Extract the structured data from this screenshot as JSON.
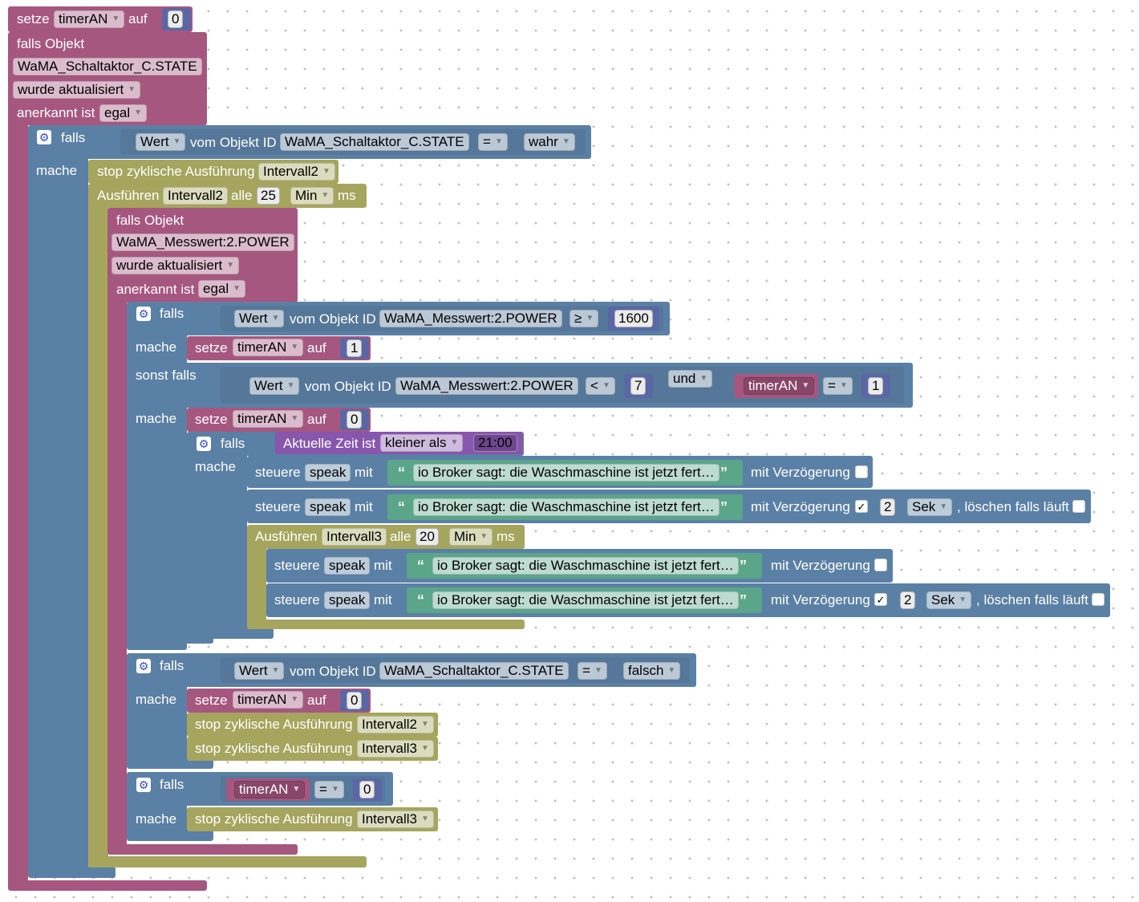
{
  "kw": {
    "setze": "setze",
    "auf": "auf",
    "falls_objekt": "falls Objekt",
    "wurde_aktualisiert": "wurde aktualisiert",
    "anerkannt_ist": "anerkannt ist",
    "egal": "egal",
    "falls": "falls",
    "mache": "mache",
    "sonst_falls": "sonst falls",
    "wert": "Wert",
    "vom_objekt_id": "vom Objekt ID",
    "stop_zyklisch": "stop zyklische Ausführung",
    "ausfuehren": "Ausführen",
    "alle": "alle",
    "min": "Min",
    "ms": "ms",
    "und": "und",
    "aktuelle_zeit": "Aktuelle Zeit ist",
    "kleiner_als": "kleiner als",
    "steuere": "steuere",
    "mit": "mit",
    "mit_verzoegerung": "mit Verzögerung",
    "sek": "Sek",
    "loeschen": ", löschen falls läuft",
    "wahr": "wahr",
    "falsch": "falsch",
    "check": "✓",
    "quote_open": "“",
    "quote_close": "”"
  },
  "vars": {
    "timer": "timerAN",
    "intervall2": "Intervall2",
    "intervall3": "Intervall3",
    "speak": "speak"
  },
  "objects": {
    "schaltaktor": "WaMA_Schaltaktor_C.STATE",
    "messwert": "WaMA_Messwert:2.POWER"
  },
  "ops": {
    "eq": "=",
    "gte": "≥",
    "lt": "<"
  },
  "nums": {
    "zero": "0",
    "one": "1",
    "two": "2",
    "seven": "7",
    "thousand600": "1600",
    "twentyfive": "25",
    "twenty": "20"
  },
  "time": "21:00",
  "speech_text": "io Broker sagt: die Waschmaschine ist jetzt fert…",
  "colors": {
    "event": "#a6577f",
    "logic": "#5b80a5",
    "timer": "#a5a55e",
    "text": "#5ba58b",
    "time": "#8756ad",
    "math": "#5b67a5"
  }
}
